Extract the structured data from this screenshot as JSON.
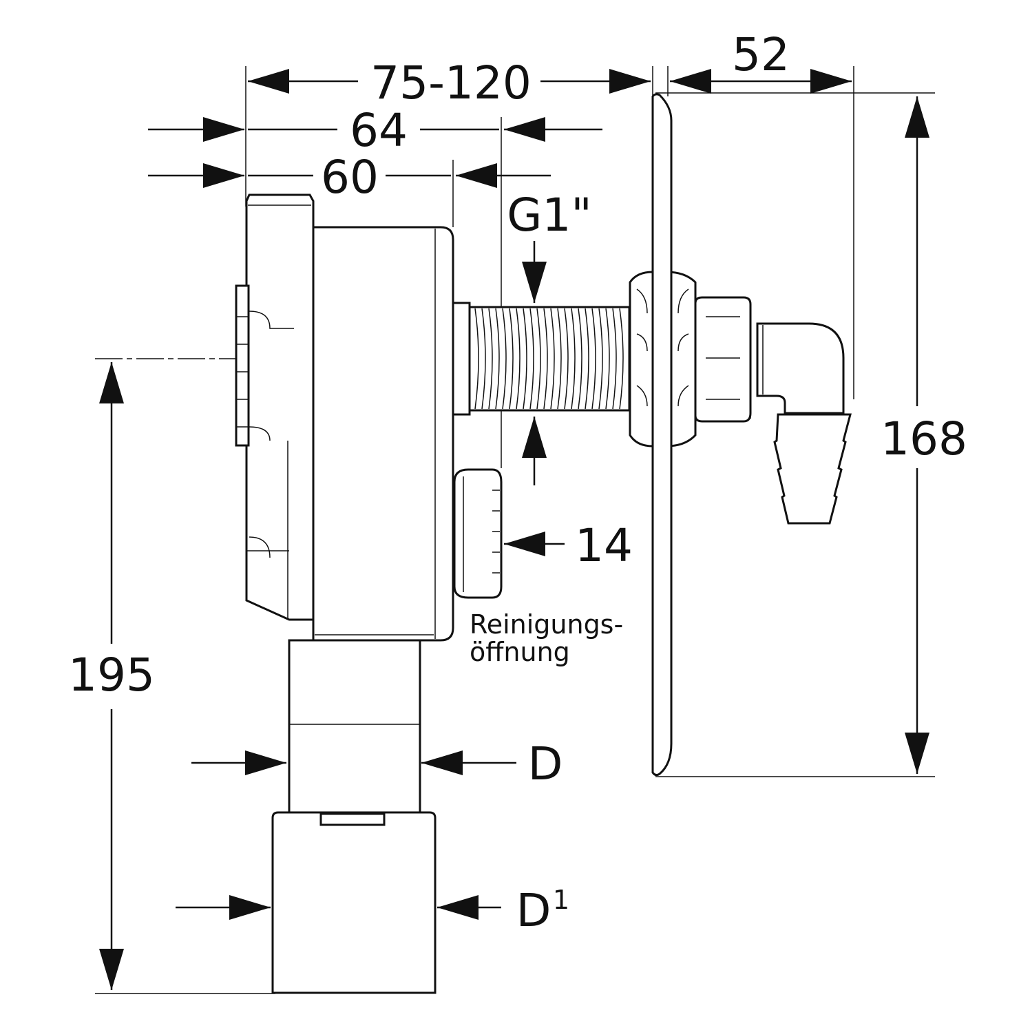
{
  "dimensions": {
    "wall_depth": "75-120",
    "overall_depth": "64",
    "body_depth": "60",
    "faceplate_depth": "52",
    "thread_size": "G1\"",
    "faceplate_height": "168",
    "cleanout_offset": "14",
    "total_height": "195",
    "pipe_diameter": "D",
    "outlet_diameter": "D",
    "outlet_superscript": "1"
  },
  "labels": {
    "cleanout_line1": "Reinigungs-",
    "cleanout_line2": "öffnung"
  }
}
